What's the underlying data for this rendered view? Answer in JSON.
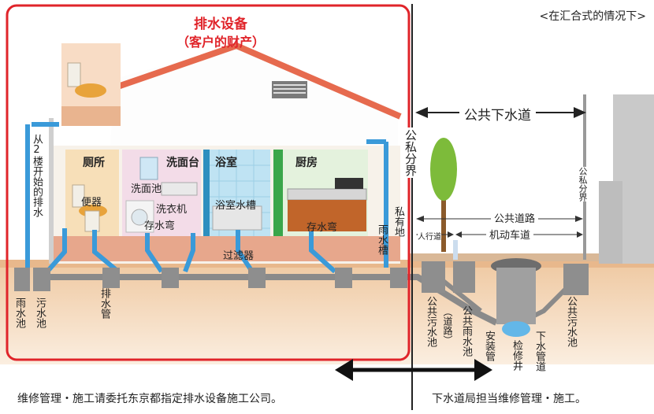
{
  "header": {
    "note": "<在汇合式的情况下>"
  },
  "owner_zone": {
    "title": "排水设备",
    "subtitle": "（客户的财产）"
  },
  "rooms": {
    "toilet": "厕所",
    "washbasin": "洗面台",
    "bathroom": "浴室",
    "kitchen": "厨房"
  },
  "fixtures": {
    "toilet_bowl": "便器",
    "wash_sink": "洗面池",
    "washing_machine": "洗衣机",
    "trap_1": "存水弯",
    "bathtub": "浴室水槽",
    "filter": "过滤器",
    "trap_2": "存水弯"
  },
  "labels": {
    "from_2f": "从2楼开始的排水",
    "rain_pit_left": "雨水池",
    "sewage_pit_left": "污水池",
    "drain_pipe": "排水管",
    "rain_gutter": "雨水槽",
    "private_land": "私有地",
    "boundary_main": "公私分界",
    "boundary_small": "公私分界",
    "public_sewer": "公共下水道",
    "public_road": "公共道路",
    "sidewalk": "人行道",
    "motorway": "机动车道",
    "public_sewage_pit_1": "公共污水池",
    "road_note": "（道路）",
    "public_rain_pit": "公共雨水池",
    "install_pipe": "安装管",
    "manhole": "检修井",
    "sewer_pipe": "下水管道",
    "public_sewage_pit_2": "公共污水池"
  },
  "footer": {
    "left": "维修管理・施工请委托东京都指定排水设备施工公司。",
    "right": "下水道局担当维修管理・施工。"
  },
  "colors": {
    "accent_red": "#e0242a",
    "pipe_blue": "#3a9ad9",
    "wall_pink": "#f2c9b7",
    "ground": "#f1d0ae"
  }
}
